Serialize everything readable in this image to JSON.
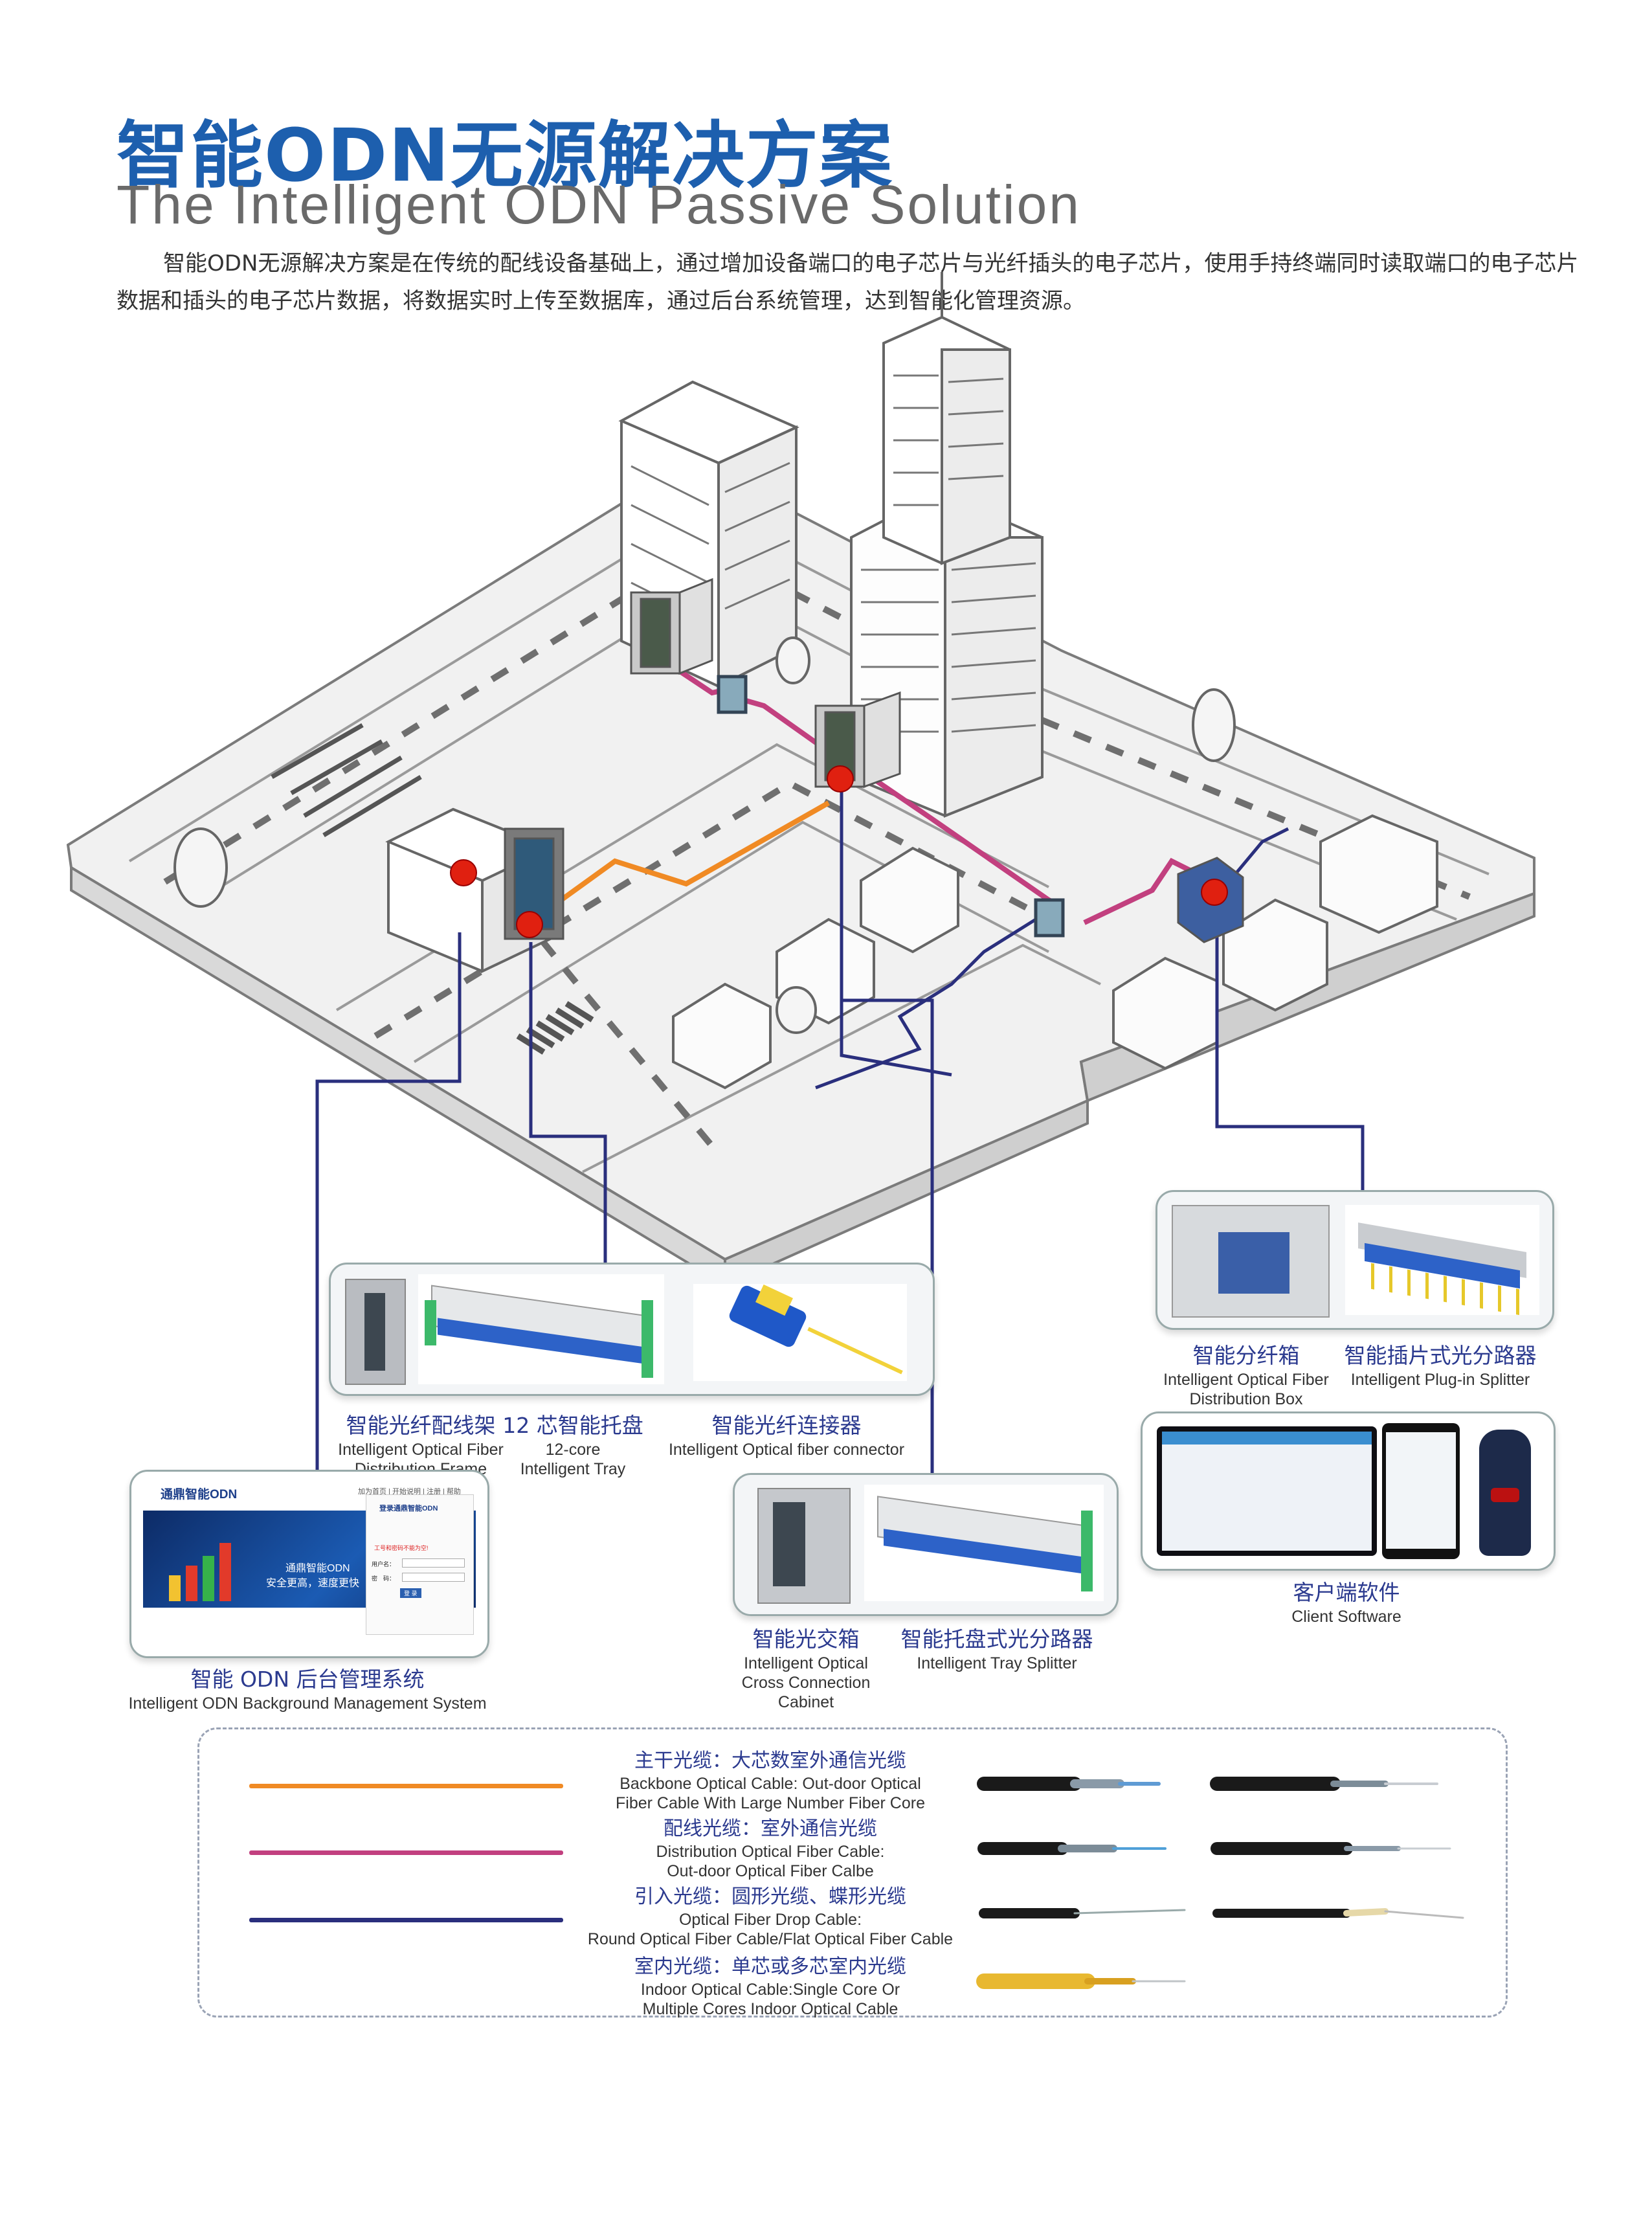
{
  "header": {
    "title_cn": "智能ODN无源解决方案",
    "title_en": "The Intelligent ODN Passive Solution",
    "intro": "智能ODN无源解决方案是在传统的配线设备基础上，通过增加设备端口的电子芯片与光纤插头的电子芯片，使用手持终端同时读取端口的电子芯片数据和插头的电子芯片数据，将数据实时上传至数据库，通过后台系统管理，达到智能化管理资源。"
  },
  "colors": {
    "backbone": "#f08a24",
    "distribution": "#c2407f",
    "drop": "#2a2f7d",
    "indoor": "#e8b830",
    "caption_cn": "#2b3a8f",
    "title": "#1d5fae"
  },
  "products": {
    "distribution_frame": {
      "cn": "智能光纤配线架",
      "en1": "Intelligent Optical Fiber",
      "en2": "Distribution Frame"
    },
    "tray_12core": {
      "cn": "12 芯智能托盘",
      "en1": "12-core",
      "en2": "Intelligent Tray"
    },
    "fiber_connector": {
      "cn": "智能光纤连接器",
      "en1": "Intelligent Optical fiber connector"
    },
    "distribution_box": {
      "cn": "智能分纤箱",
      "en1": "Intelligent Optical Fiber",
      "en2": "Distribution Box"
    },
    "plugin_splitter": {
      "cn": "智能插片式光分路器",
      "en1": "Intelligent Plug-in Splitter"
    },
    "cross_cabinet": {
      "cn": "智能光交箱",
      "en1": "Intelligent Optical",
      "en2": "Cross Connection",
      "en3": "Cabinet"
    },
    "tray_splitter": {
      "cn": "智能托盘式光分路器",
      "en1": "Intelligent Tray  Splitter"
    },
    "client_software": {
      "cn": "客户端软件",
      "en1": "Client Software"
    },
    "management_system": {
      "cn": "智能 ODN 后台管理系统",
      "en1": "Intelligent ODN Background Management System"
    }
  },
  "mgmt_screen": {
    "brand": "通鼎智能ODN",
    "banner_title": "通鼎智能ODN",
    "banner_slogan": "安全更高，速度更快",
    "nav": "加为首页 | 开始说明 | 注册 | 帮助",
    "login_title": "登录通鼎智能ODN",
    "login_prompt": "工号和密码不能为空!",
    "user_label": "用户名：",
    "pass_label": "密　码：",
    "login_button": "登 录"
  },
  "legend": [
    {
      "key": "backbone",
      "cn": "主干光缆：大芯数室外通信光缆",
      "en1": "Backbone Optical Cable: Out-door Optical",
      "en2": "Fiber Cable With Large Number Fiber Core"
    },
    {
      "key": "distribution",
      "cn": "配线光缆：室外通信光缆",
      "en1": "Distribution Optical Fiber Cable:",
      "en2": "Out-door Optical Fiber Calbe"
    },
    {
      "key": "drop",
      "cn": "引入光缆：圆形光缆、蝶形光缆",
      "en1": "Optical Fiber Drop Cable:",
      "en2": "Round Optical Fiber Cable/Flat Optical Fiber Cable"
    },
    {
      "key": "indoor",
      "cn": "室内光缆：单芯或多芯室内光缆",
      "en1": "Indoor Optical Cable:Single Core Or",
      "en2": "Multiple Cores Indoor Optical Cable"
    }
  ]
}
